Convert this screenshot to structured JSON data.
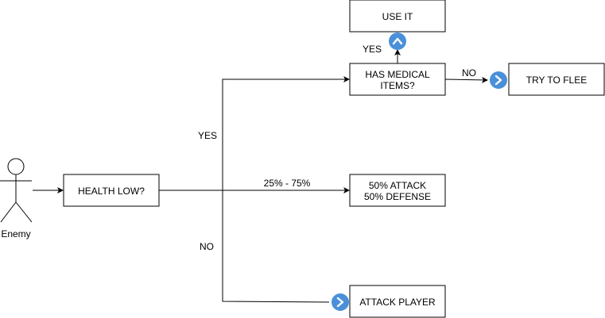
{
  "actor": {
    "label": "Enemy"
  },
  "nodes": {
    "health_low": "HEALTH LOW?",
    "has_medical_line1": "HAS MEDICAL",
    "has_medical_line2": "ITEMS?",
    "use_it": "USE IT",
    "try_to_flee": "TRY TO FLEE",
    "attack_defense_line1": "50% ATTACK",
    "attack_defense_line2": "50% DEFENSE",
    "attack_player": "ATTACK PLAYER"
  },
  "edge_labels": {
    "health_yes": "YES",
    "health_mid": "25% - 75%",
    "health_no": "NO",
    "medical_yes": "YES",
    "medical_no": "NO"
  },
  "badges": {
    "color": "#4a90d9",
    "up_icon": "chevron-up-icon",
    "right_icon": "chevron-right-icon"
  }
}
